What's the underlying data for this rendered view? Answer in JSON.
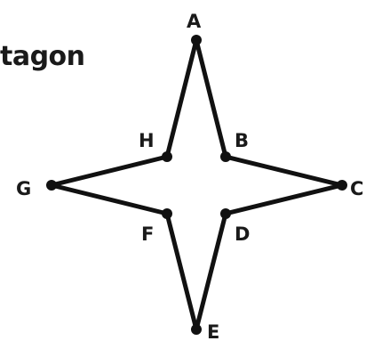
{
  "title_fragment": "tagon",
  "colors": {
    "stroke": "#111111",
    "text": "#1a1a1a",
    "background": "#ffffff"
  },
  "vertices": [
    {
      "id": "A",
      "label": "A"
    },
    {
      "id": "B",
      "label": "B"
    },
    {
      "id": "C",
      "label": "C"
    },
    {
      "id": "D",
      "label": "D"
    },
    {
      "id": "E",
      "label": "E"
    },
    {
      "id": "F",
      "label": "F"
    },
    {
      "id": "G",
      "label": "G"
    },
    {
      "id": "H",
      "label": "H"
    }
  ]
}
